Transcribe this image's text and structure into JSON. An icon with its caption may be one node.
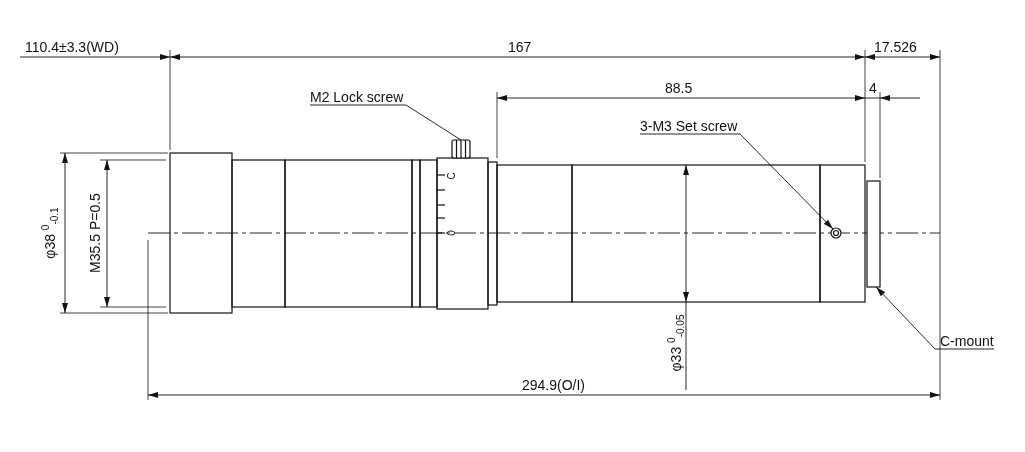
{
  "diagram": {
    "nodes": [
      {
        "text": [
          "M2 Lock screw"
        ]
      },
      {
        "text": [],
        "shape": "picture"
      },
      {
        "text": [
          "3-M3 Set screw"
        ]
      },
      {
        "text": [],
        "shape": "circle"
      },
      {
        "text": [
          "C-mount"
        ]
      },
      {
        "text": [],
        "shape": "box"
      }
    ],
    "edges": [
      {
        "from": 0,
        "to": 1,
        "arrow": "none"
      },
      {
        "from": 2,
        "to": 3,
        "arrow": "to"
      },
      {
        "from": 4,
        "to": 5,
        "arrow": "to"
      }
    ],
    "labels": [
      "110.4±3.3(WD)",
      "167",
      "17.526",
      "88.5",
      "4",
      "φ38 $^{0}$$_{-0.1}$",
      "M35.5 P=0.5",
      "φ33 $^{0}$$_{-0.05}$",
      "294.9(O/I)",
      "C",
      "0"
    ]
  }
}
